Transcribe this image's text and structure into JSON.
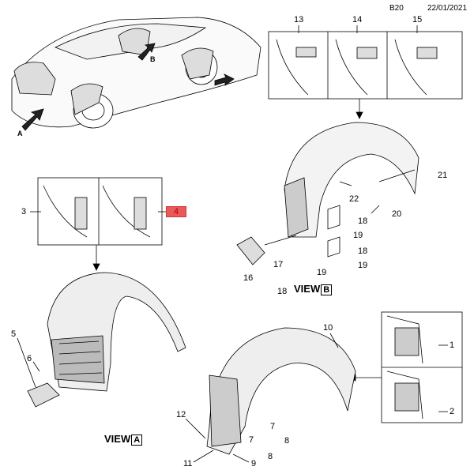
{
  "header": {
    "code": "B20",
    "date": "22/01/2021"
  },
  "views": {
    "a": {
      "prefix": "VIEW",
      "letter": "A"
    },
    "b": {
      "prefix": "VIEW",
      "letter": "B"
    }
  },
  "arrows": {
    "a": "A",
    "b": "B"
  },
  "callouts": {
    "top_box": [
      "13",
      "14",
      "15"
    ],
    "view_b": [
      "21",
      "22",
      "20",
      "18",
      "19",
      "18",
      "19",
      "17",
      "16",
      "19",
      "18"
    ],
    "box_a": [
      "3",
      "4"
    ],
    "view_a": [
      "5",
      "6"
    ],
    "right_box": [
      "1",
      "2"
    ],
    "lower": [
      "10",
      "12",
      "7",
      "8",
      "7",
      "8",
      "11",
      "9"
    ]
  },
  "colors": {
    "highlight": "#e85a5a"
  }
}
